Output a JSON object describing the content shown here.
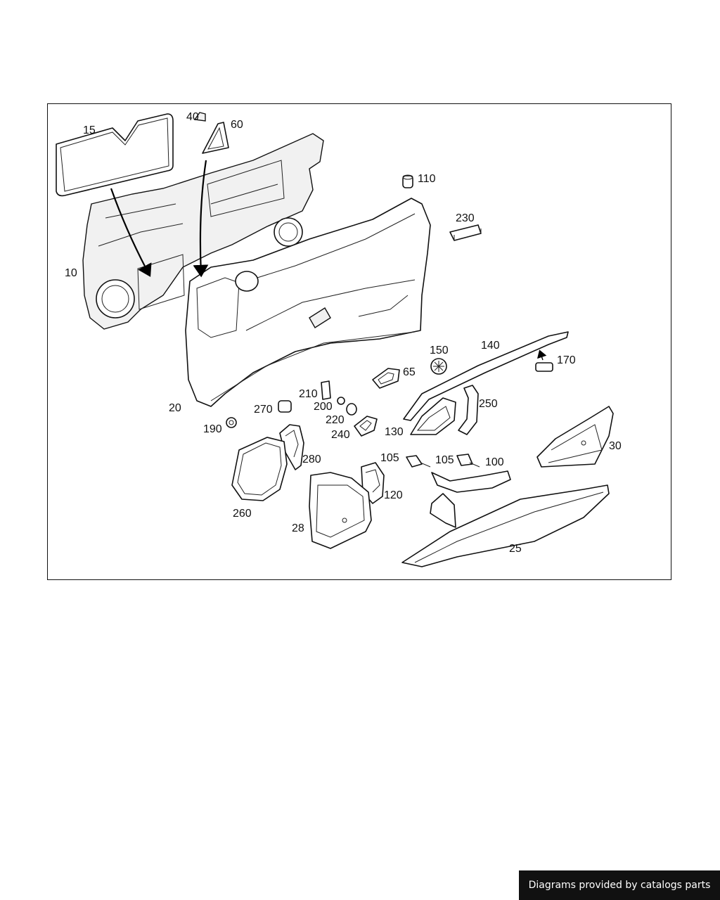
{
  "diagram": {
    "callouts": [
      "15",
      "40",
      "60",
      "110",
      "10",
      "230",
      "20",
      "65",
      "150",
      "140",
      "170",
      "210",
      "200",
      "270",
      "220",
      "250",
      "190",
      "240",
      "130",
      "30",
      "280",
      "105",
      "105",
      "100",
      "260",
      "120",
      "28",
      "25"
    ]
  },
  "footer": {
    "credit": "Diagrams provided by catalogs parts"
  }
}
